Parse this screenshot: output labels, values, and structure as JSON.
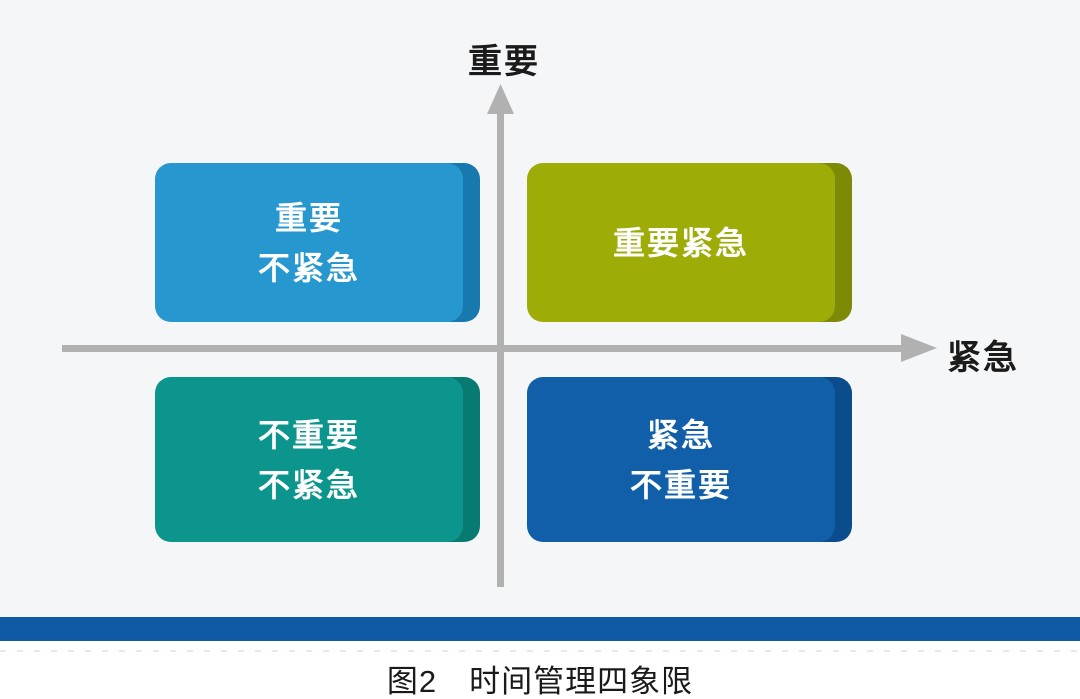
{
  "figure": {
    "y_axis_label": "重要",
    "x_axis_label": "紧急",
    "axis_color": "#B1B1B1",
    "quadrants": {
      "top_left": {
        "line1": "重要",
        "line2": "不紧急",
        "color": "#2697CF",
        "edge_color": "#1879AE"
      },
      "top_right": {
        "line1": "重要紧急",
        "line2": "",
        "color": "#9DAC07",
        "edge_color": "#7D8A05"
      },
      "bottom_left": {
        "line1": "不重要",
        "line2": "不紧急",
        "color": "#0B958C",
        "edge_color": "#077A72"
      },
      "bottom_right": {
        "line1": "紧急",
        "line2": "不重要",
        "color": "#115FA8",
        "edge_color": "#0B4C8C"
      }
    },
    "bottom_bar_color": "#0F58A4",
    "caption": "图2　时间管理四象限"
  }
}
